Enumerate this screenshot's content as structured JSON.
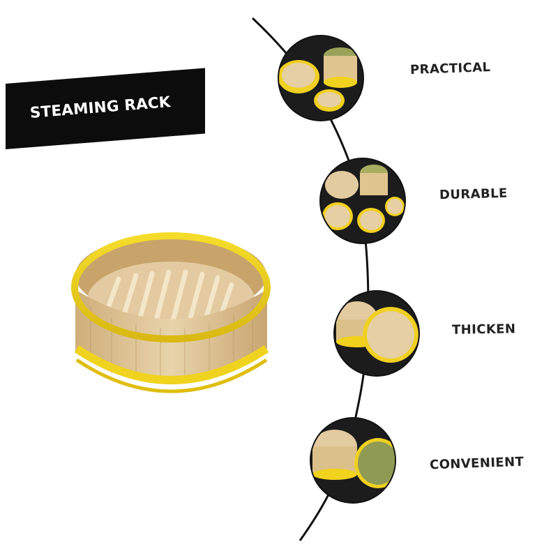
{
  "banner": {
    "title": "STEAMING RACK"
  },
  "features": [
    {
      "label": "PRACTICAL"
    },
    {
      "label": "DURABLE"
    },
    {
      "label": "THICKEN"
    },
    {
      "label": "CONVENIENT"
    }
  ],
  "colors": {
    "banner_bg": "#0c0c0c",
    "banner_text": "#ffffff",
    "label_text": "#222222",
    "rim_yellow": "#f2d21c",
    "bamboo": "#dcc39a",
    "circle_bg": "#111111"
  }
}
